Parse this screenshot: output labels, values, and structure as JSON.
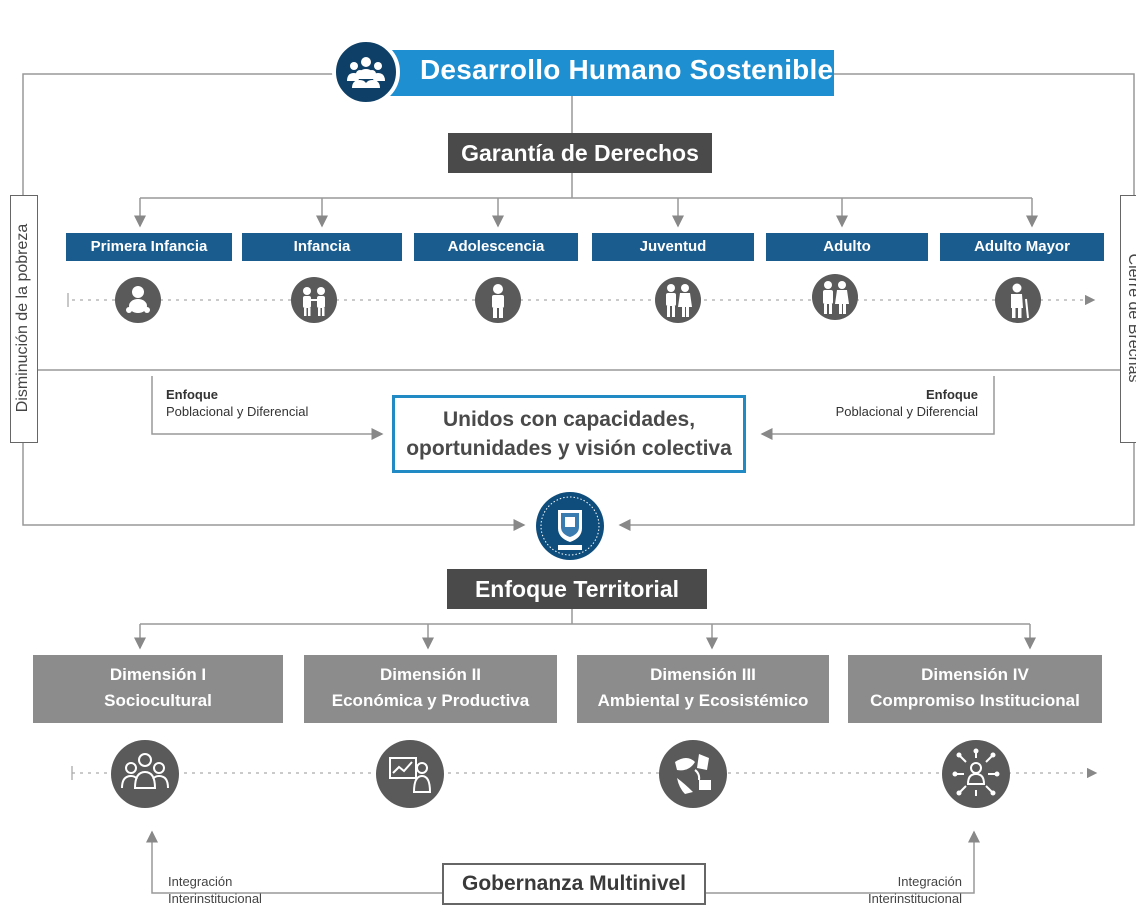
{
  "title": "Desarrollo Humano Sostenible",
  "garantia": "Garantía de Derechos",
  "side_left": "Disminución de la pobreza",
  "side_right": "Cierre de Brechas",
  "stages": [
    {
      "label": "Primera Infancia",
      "icon": "baby-icon"
    },
    {
      "label": "Infancia",
      "icon": "children-icon"
    },
    {
      "label": "Adolescencia",
      "icon": "adolescent-icon"
    },
    {
      "label": "Juventud",
      "icon": "youth-couple-icon"
    },
    {
      "label": "Adulto",
      "icon": "adult-couple-icon"
    },
    {
      "label": "Adulto Mayor",
      "icon": "elderly-icon"
    }
  ],
  "enfoque_left": {
    "title": "Enfoque",
    "text": "Poblacional y  Diferencial"
  },
  "enfoque_right": {
    "title": "Enfoque",
    "text": "Poblacional y Diferencial"
  },
  "unidos": {
    "line1": "Unidos con capacidades,",
    "line2": "oportunidades y visión colectiva"
  },
  "territorial": "Enfoque Territorial",
  "dimensions": [
    {
      "line1": "Dimensión I",
      "line2": "Sociocultural",
      "icon": "community-icon"
    },
    {
      "line1": "Dimensión II",
      "line2": "Económica y Productiva",
      "icon": "economy-icon"
    },
    {
      "line1": "Dimensión III",
      "line2": "Ambiental y Ecosistémico",
      "icon": "environment-icon"
    },
    {
      "line1": "Dimensión IV",
      "line2": "Compromiso Institucional",
      "icon": "institutional-network-icon"
    }
  ],
  "gobernanza": "Gobernanza Multinivel",
  "integracion_left": {
    "line1": "Integración",
    "line2": "Interinstitucional"
  },
  "integracion_right": {
    "line1": "Integración",
    "line2": "Interinstitucional"
  },
  "colors": {
    "title_blue": "#1e8fd0",
    "stage_blue": "#1a5c8e",
    "dark_gray": "#4a4a4a",
    "dim_gray": "#8c8c8c",
    "frame_blue": "#2189c4"
  }
}
